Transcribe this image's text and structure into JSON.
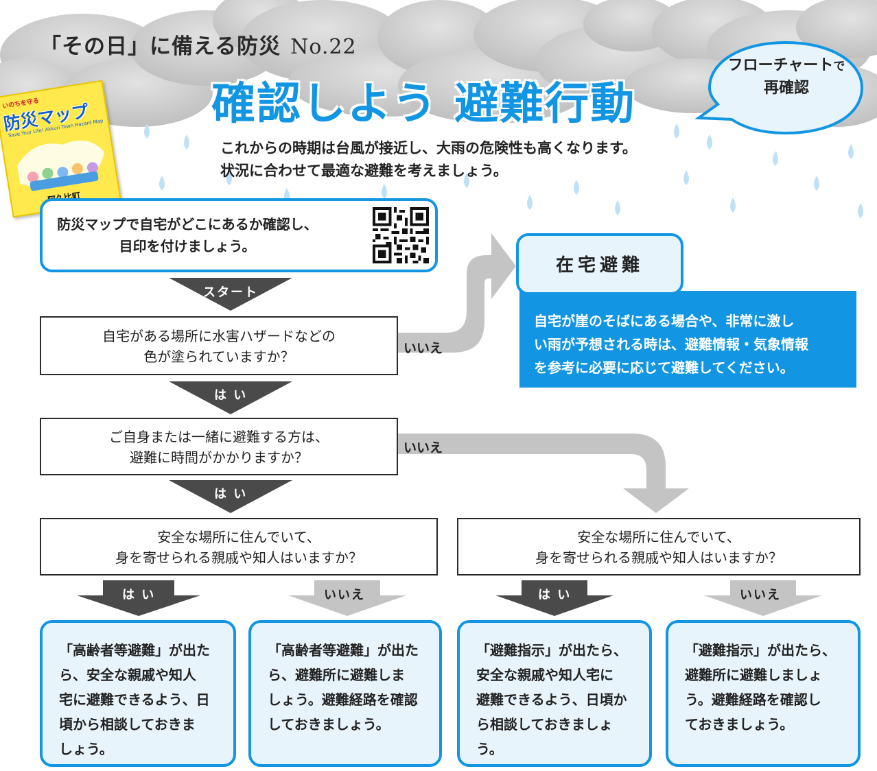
{
  "header": {
    "series": "「その日」に備える防災",
    "number": "No.22",
    "title": "確認しよう 避難行動",
    "bubble_line1": "フローチャート",
    "bubble_line1_suffix": "で",
    "bubble_line2": "再確認"
  },
  "intro": {
    "line1": "これからの時期は台風が接近し、大雨の危険性も高くなります。",
    "line2": "状況に合わせて最適な避難を考えましょう。"
  },
  "map_book": {
    "subtitle": "いのちを守る",
    "title": "防災マップ",
    "english": "Save Your Life! Akkuri Town Hazard Map",
    "town": "阿久比町"
  },
  "flow": {
    "intro_box": {
      "line1": "防災マップで自宅がどこにあるか確認し、",
      "line2": "目印を付けましょう。"
    },
    "start_label": "スタート",
    "q1": {
      "line1": "自宅がある場所に水害ハザードなどの",
      "line2": "色が塗られていますか？"
    },
    "q1_yes": "は い",
    "q1_no": "いいえ",
    "q2": {
      "line1": "ご自身または一緒に避難する方は、",
      "line2": "避難に時間がかかりますか？"
    },
    "q2_yes": "は い",
    "q2_no": "いいえ",
    "q3": {
      "line1": "安全な場所に住んでいて、",
      "line2": "身を寄せられる親戚や知人はいますか？"
    },
    "q3_yes": "は い",
    "q3_no": "いいえ",
    "q4": {
      "line1": "安全な場所に住んでいて、",
      "line2": "身を寄せられる親戚や知人はいますか？"
    },
    "q4_yes": "は い",
    "q4_no": "いいえ",
    "home": {
      "title": "在宅避難",
      "line1": "自宅が崖のそばにある場合や、非常に激し",
      "line2": "い雨が予想される時は、避難情報・気象情報",
      "line3": "を参考に必要に応じて避難してください。"
    },
    "results": [
      {
        "lines": [
          "「高齢者等避難」が出た",
          "ら、安全な親戚や知人",
          "宅に避難できるよう、日",
          "頃から相談しておきま",
          "しょう。"
        ]
      },
      {
        "lines": [
          "「高齢者等避難」が出た",
          "ら、避難所に避難しま",
          "しょう。避難経路を確認",
          "しておきましょう。"
        ]
      },
      {
        "lines": [
          "「避難指示」が出たら、",
          "安全な親戚や知人宅に",
          "避難できるよう、日頃か",
          "ら相談しておきましょ",
          "う。"
        ]
      },
      {
        "lines": [
          "「避難指示」が出たら、",
          "避難所に避難しましょ",
          "う。避難経路を確認し",
          "ておきましょう。"
        ]
      }
    ]
  },
  "colors": {
    "accent": "#1295e2",
    "dark_arrow": "#4a4a4a",
    "light_arrow": "#c4c4c4",
    "cloud": "#cfcfcf",
    "rain": "#bfe0f6"
  }
}
